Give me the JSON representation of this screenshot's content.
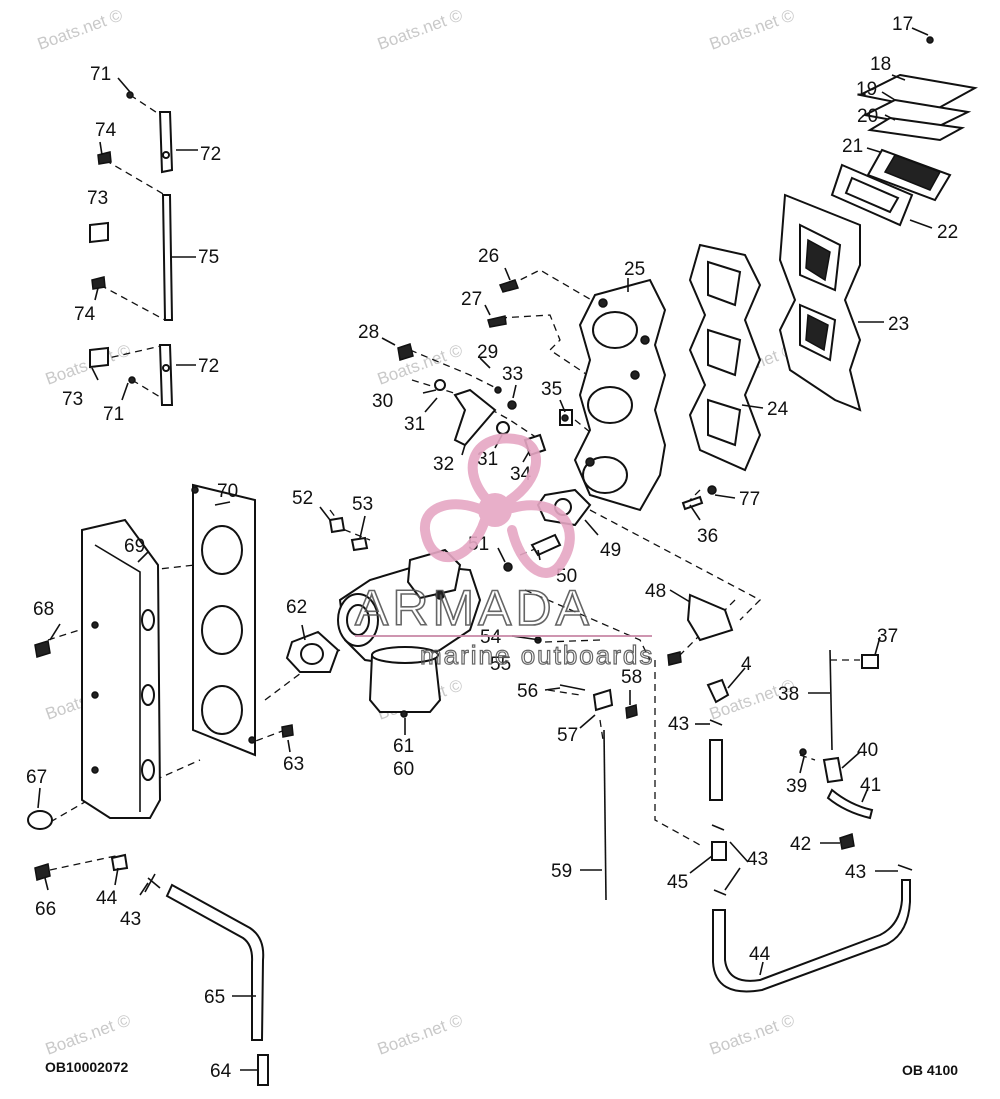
{
  "watermark_text": "Boats.net ©",
  "brand": {
    "name": "ARMADA",
    "tagline": "marine outboards",
    "logo_color": "#e6a7c4"
  },
  "diagram_code_left": "OB10002072",
  "diagram_code_right": "OB 4100",
  "part_labels": [
    "4",
    "17",
    "18",
    "19",
    "20",
    "21",
    "22",
    "23",
    "24",
    "25",
    "26",
    "27",
    "28",
    "29",
    "30",
    "31",
    "32",
    "33",
    "34",
    "35",
    "36",
    "37",
    "38",
    "39",
    "40",
    "41",
    "42",
    "43",
    "44",
    "45",
    "48",
    "49",
    "50",
    "51",
    "52",
    "53",
    "54",
    "55",
    "56",
    "57",
    "58",
    "59",
    "60",
    "61",
    "62",
    "63",
    "64",
    "65",
    "66",
    "67",
    "68",
    "69",
    "70",
    "71",
    "72",
    "73",
    "74",
    "75",
    "77"
  ]
}
